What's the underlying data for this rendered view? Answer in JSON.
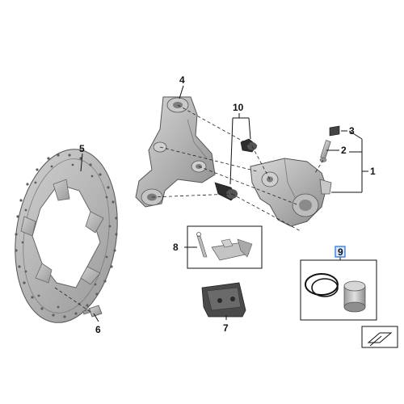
{
  "callouts": {
    "c1": "1",
    "c2": "2",
    "c3": "3",
    "c4": "4",
    "c5": "5",
    "c6": "6",
    "c7": "7",
    "c8": "8",
    "c9": "9",
    "c10": "10"
  },
  "colors": {
    "metal": "#b9b9b9",
    "metal_dark": "#8a8a8a",
    "highlight_box": "#1e6fd9",
    "line": "#111111"
  },
  "icons": {
    "corner": "view-direction-icon"
  }
}
